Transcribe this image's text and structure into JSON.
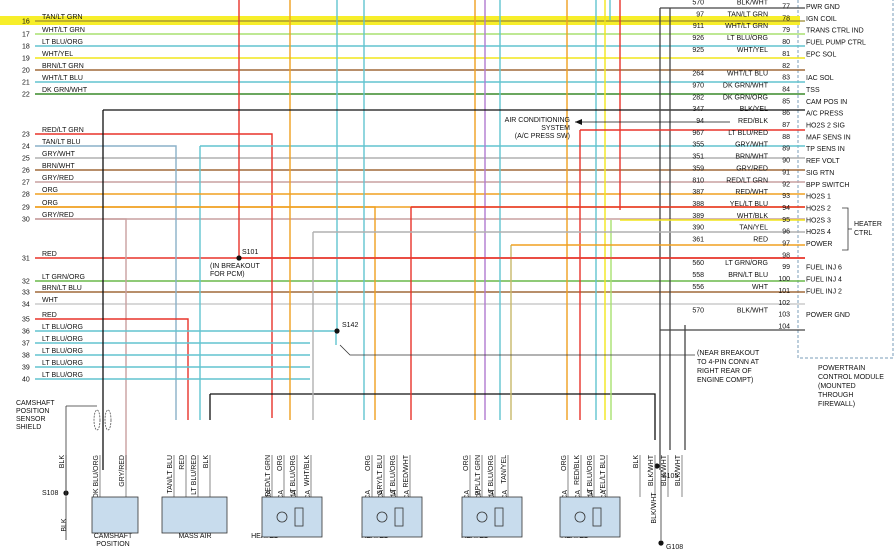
{
  "wire_colors": {
    "red": "#e8342a",
    "yellow": "#f2e61c",
    "orange": "#f0a020",
    "teal": "#62c4cf",
    "dkgreen": "#3a8a2a",
    "green": "#6ab84a",
    "purple": "#b07ad0",
    "grayred": "#c9a0a0",
    "blkwht": "#444444",
    "black": "#111111",
    "gray": "#b0b0b0",
    "brown": "#a06a3a",
    "tangrn": "#c8b86a",
    "tanblu": "#8ab0c8",
    "ltgreen": "#a8e070",
    "wht": "#cccccc"
  },
  "left_pins": [
    {
      "num": "16",
      "label": "TAN/LT GRN",
      "color": "tangrn",
      "highlight": true
    },
    {
      "num": "17",
      "label": "WHT/LT GRN",
      "color": "ltgreen"
    },
    {
      "num": "18",
      "label": "LT BLU/ORG",
      "color": "teal"
    },
    {
      "num": "19",
      "label": "WHT/YEL",
      "color": "yellow"
    },
    {
      "num": "20",
      "label": "BRN/LT GRN",
      "color": "brown"
    },
    {
      "num": "21",
      "label": "WHT/LT BLU",
      "color": "teal"
    },
    {
      "num": "22",
      "label": "DK GRN/WHT",
      "color": "dkgreen"
    },
    {
      "num": "23",
      "label": "RED/LT GRN",
      "color": "red"
    },
    {
      "num": "24",
      "label": "TAN/LT BLU",
      "color": "tanblu"
    },
    {
      "num": "25",
      "label": "GRY/WHT",
      "color": "gray"
    },
    {
      "num": "26",
      "label": "BRN/WHT",
      "color": "brown"
    },
    {
      "num": "27",
      "label": "GRY/RED",
      "color": "grayred"
    },
    {
      "num": "28",
      "label": "ORG",
      "color": "orange"
    },
    {
      "num": "29",
      "label": "ORG",
      "color": "orange"
    },
    {
      "num": "30",
      "label": "GRY/RED",
      "color": "grayred"
    },
    {
      "num": "31",
      "label": "RED",
      "color": "red"
    },
    {
      "num": "32",
      "label": "LT GRN/ORG",
      "color": "green"
    },
    {
      "num": "33",
      "label": "BRN/LT BLU",
      "color": "brown"
    },
    {
      "num": "34",
      "label": "WHT",
      "color": "wht"
    },
    {
      "num": "35",
      "label": "RED",
      "color": "red"
    },
    {
      "num": "36",
      "label": "LT BLU/ORG",
      "color": "teal"
    },
    {
      "num": "37",
      "label": "LT BLU/ORG",
      "color": "teal"
    },
    {
      "num": "38",
      "label": "LT BLU/ORG",
      "color": "teal"
    },
    {
      "num": "39",
      "label": "LT BLU/ORG",
      "color": "teal"
    },
    {
      "num": "40",
      "label": "LT BLU/ORG",
      "color": "teal"
    }
  ],
  "right_pins": [
    {
      "num": "77",
      "circuit": "570",
      "label": "BLK/WHT",
      "func": "PWR GND",
      "color": "blkwht"
    },
    {
      "num": "78",
      "circuit": "97",
      "label": "TAN/LT GRN",
      "func": "IGN COIL",
      "color": "tangrn",
      "highlight": true
    },
    {
      "num": "79",
      "circuit": "911",
      "label": "WHT/LT GRN",
      "func": "TRANS CTRL IND",
      "color": "ltgreen"
    },
    {
      "num": "80",
      "circuit": "926",
      "label": "LT BLU/ORG",
      "func": "FUEL PUMP CTRL",
      "color": "teal"
    },
    {
      "num": "81",
      "circuit": "925",
      "label": "WHT/YEL",
      "func": "EPC SOL",
      "color": "yellow"
    },
    {
      "num": "82",
      "circuit": "",
      "label": "",
      "func": "",
      "color": ""
    },
    {
      "num": "83",
      "circuit": "264",
      "label": "WHT/LT BLU",
      "func": "IAC SOL",
      "color": "teal"
    },
    {
      "num": "84",
      "circuit": "970",
      "label": "DK GRN/WHT",
      "func": "TSS",
      "color": "dkgreen"
    },
    {
      "num": "85",
      "circuit": "282",
      "label": "DK GRN/ORG",
      "func": "CAM POS IN",
      "color": "dkgreen"
    },
    {
      "num": "86",
      "circuit": "347",
      "label": "BLK/YEL",
      "func": "A/C PRESS",
      "color": "black"
    },
    {
      "num": "87",
      "circuit": "94",
      "label": "RED/BLK",
      "func": "HO2S 2 SIG",
      "color": "red"
    },
    {
      "num": "88",
      "circuit": "967",
      "label": "LT BLU/RED",
      "func": "MAF SENS IN",
      "color": "teal"
    },
    {
      "num": "89",
      "circuit": "355",
      "label": "GRY/WHT",
      "func": "TP SENS IN",
      "color": "gray"
    },
    {
      "num": "90",
      "circuit": "351",
      "label": "BRN/WHT",
      "func": "REF VOLT",
      "color": "brown"
    },
    {
      "num": "91",
      "circuit": "359",
      "label": "GRY/RED",
      "func": "SIG RTN",
      "color": "grayred"
    },
    {
      "num": "92",
      "circuit": "810",
      "label": "RED/LT GRN",
      "func": "BPP SWITCH",
      "color": "red"
    },
    {
      "num": "93",
      "circuit": "387",
      "label": "RED/WHT",
      "func": "HO2S 1",
      "color": "red"
    },
    {
      "num": "94",
      "circuit": "388",
      "label": "YEL/LT BLU",
      "func": "HO2S 2",
      "color": "yellow"
    },
    {
      "num": "95",
      "circuit": "389",
      "label": "WHT/BLK",
      "func": "HO2S 3",
      "color": "gray"
    },
    {
      "num": "96",
      "circuit": "390",
      "label": "TAN/YEL",
      "func": "HO2S 4",
      "color": "orange"
    },
    {
      "num": "97",
      "circuit": "361",
      "label": "RED",
      "func": "POWER",
      "color": "red"
    },
    {
      "num": "98",
      "circuit": "",
      "label": "",
      "func": "",
      "color": ""
    },
    {
      "num": "99",
      "circuit": "560",
      "label": "LT GRN/ORG",
      "func": "FUEL INJ 6",
      "color": "green"
    },
    {
      "num": "100",
      "circuit": "558",
      "label": "BRN/LT BLU",
      "func": "FUEL INJ 4",
      "color": "brown"
    },
    {
      "num": "101",
      "circuit": "556",
      "label": "WHT",
      "func": "FUEL INJ 2",
      "color": "wht"
    },
    {
      "num": "102",
      "circuit": "",
      "label": "",
      "func": "",
      "color": ""
    },
    {
      "num": "103",
      "circuit": "570",
      "label": "BLK/WHT",
      "func": "POWER GND",
      "color": "blkwht"
    },
    {
      "num": "104",
      "circuit": "",
      "label": "",
      "func": "",
      "color": ""
    }
  ],
  "heater_ctrl": "HEATER\nCTRL",
  "pcm_label": "POWERTRAIN\nCONTROL MODULE\n(MOUNTED\nTHROUGH\nFIREWALL)",
  "ac_system": "AIR CONDITIONING\nSYSTEM\n(A/C PRESS SW)",
  "s101": {
    "name": "S101",
    "note": "(IN BREAKOUT\nFOR PCM)"
  },
  "s142": {
    "name": "S142",
    "note": "(NEAR BREAKOUT\nTO 4-PIN CONN AT\nRIGHT REAR OF\nENGINE COMPT)"
  },
  "s105": "S105",
  "s108": "S108",
  "g108": "G108",
  "shield_label": "CAMSHAFT\nPOSITION\nSENSOR\nSHIELD",
  "bottom_wire_labels": [
    {
      "label": "BLK",
      "group": "cam"
    },
    {
      "label": "DK BLU/ORG",
      "group": "cam"
    },
    {
      "label": "GRY/RED",
      "group": "cam"
    },
    {
      "label": "TAN/LT BLU",
      "group": "maf"
    },
    {
      "label": "RED",
      "group": "maf"
    },
    {
      "label": "LT BLU/RED",
      "group": "maf"
    },
    {
      "label": "BLK",
      "group": "maf"
    },
    {
      "label": "RED/LT GRN",
      "group": "h1"
    },
    {
      "label": "ORG",
      "group": "h1"
    },
    {
      "label": "LT BLU/ORG",
      "group": "h1"
    },
    {
      "label": "WHT/BLK",
      "group": "h1"
    },
    {
      "label": "ORG",
      "group": "h2"
    },
    {
      "label": "GRY/LT BLU",
      "group": "h2"
    },
    {
      "label": "LT BLU/ORG",
      "group": "h2"
    },
    {
      "label": "RED/WHT",
      "group": "h2"
    },
    {
      "label": "ORG",
      "group": "h3"
    },
    {
      "label": "PPL/LT GRN",
      "group": "h3"
    },
    {
      "label": "LT BLU/ORG",
      "group": "h3"
    },
    {
      "label": "TAN/YEL",
      "group": "h3"
    },
    {
      "label": "ORG",
      "group": "h4"
    },
    {
      "label": "RED/BLK",
      "group": "h4"
    },
    {
      "label": "LT BLU/ORG",
      "group": "h4"
    },
    {
      "label": "YEL/LT BLU",
      "group": "h4"
    },
    {
      "label": "BLK",
      "group": "gnd"
    },
    {
      "label": "BLK/WHT",
      "group": "gnd"
    },
    {
      "label": "BLK/WHT",
      "group": "gnd"
    },
    {
      "label": "BLK/WHT",
      "group": "gnd"
    }
  ],
  "nca": "NCA",
  "components": [
    "CAMSHAFT\nPOSITION",
    "MASS AIR",
    "HEATED",
    "HEATED",
    "HEATED",
    "HEATED"
  ],
  "blk_wht_vert": "BLK/WHT",
  "blk_vert": "BLK"
}
